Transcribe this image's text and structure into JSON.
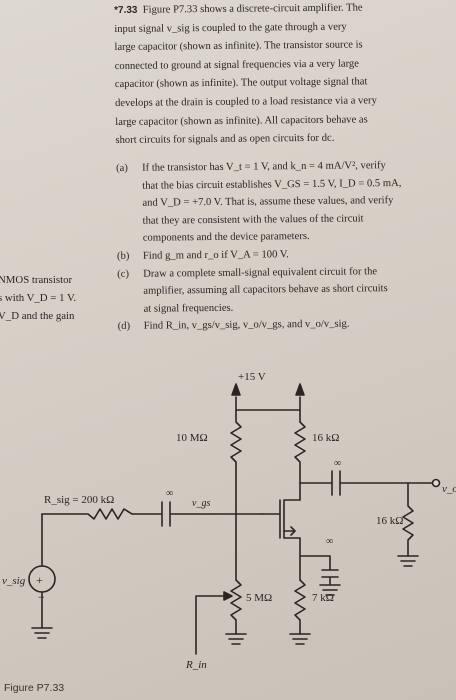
{
  "problem": {
    "number": "*7.33",
    "lines": [
      "Figure P7.33 shows a discrete-circuit amplifier. The",
      "input signal v_sig is coupled to the gate through a very",
      "large capacitor (shown as infinite). The transistor source is",
      "connected to ground at signal frequencies via a very large",
      "capacitor (shown as infinite). The output voltage signal that",
      "develops at the drain is coupled to a load resistance via a very",
      "large capacitor (shown as infinite). All capacitors behave as",
      "short circuits for signals and as open circuits for dc."
    ]
  },
  "parts": [
    {
      "label": "(a)",
      "lines": [
        "If the transistor has V_t = 1 V, and k_n = 4 mA/V², verify",
        "that the bias circuit establishes V_GS = 1.5 V, I_D = 0.5 mA,",
        "and V_D = +7.0 V. That is, assume these values, and verify",
        "that they are consistent with the values of the circuit",
        "components and the device parameters."
      ]
    },
    {
      "label": "(b)",
      "lines": [
        "Find g_m and r_o if V_A = 100 V."
      ]
    },
    {
      "label": "(c)",
      "lines": [
        "Draw a complete small-signal equivalent circuit for the",
        "amplifier, assuming all capacitors behave as short circuits",
        "at signal frequencies."
      ]
    },
    {
      "label": "(d)",
      "lines": [
        "Find R_in, v_gs/v_sig, v_o/v_gs, and v_o/v_sig."
      ]
    }
  ],
  "margin_text": [
    "NMOS transistor",
    "s with V_D = 1 V.",
    "V_D and the gain"
  ],
  "circuit": {
    "supply": "+15 V",
    "r_gate_top": "10 MΩ",
    "r_drain": "16 kΩ",
    "r_source_sig": "R_sig = 200 kΩ",
    "r_load": "16 kΩ",
    "r_gate_bottom": "5 MΩ",
    "r_source": "7 kΩ",
    "cap_label": "∞",
    "v_gs": "v_gs",
    "v_sig": "v_sig",
    "v_o": "v_o",
    "r_in": "R_in",
    "plus": "+",
    "minus": "−"
  },
  "figure_caption": "Figure P7.33"
}
